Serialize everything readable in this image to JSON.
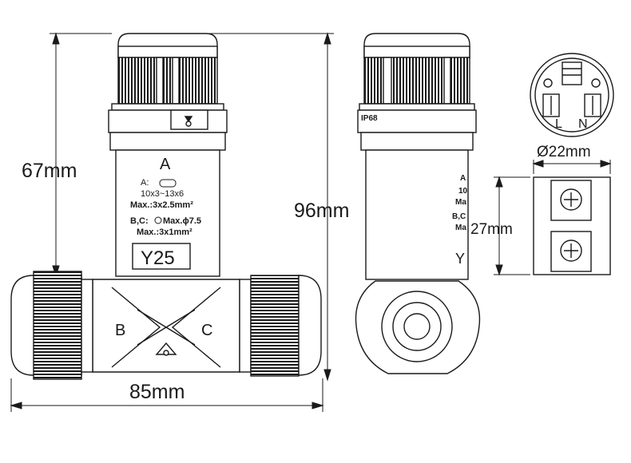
{
  "dimensions": {
    "height_body": "67mm",
    "height_total": "96mm",
    "width_total": "85mm",
    "diameter": "Ø22mm",
    "terminal_height": "27mm"
  },
  "front_view": {
    "port_a": "A",
    "port_b": "B",
    "port_c": "C",
    "spec_a_label": "A:",
    "spec_a_range": "10x3~13x6",
    "spec_a_max": "Max.:3x2.5mm²",
    "spec_bc_label": "B,C:",
    "spec_bc_max": "Max.ϕ7.5",
    "spec_bc_wire": "Max.:3x1mm²",
    "model": "Y25"
  },
  "side_view": {
    "band_text": "IP68",
    "spec_fragments": [
      "A",
      "10",
      "Ma",
      "B,C",
      "Ma"
    ],
    "model_fragment": "Y"
  },
  "terminal_view": {
    "live": "L",
    "neutral": "N"
  },
  "icons": {
    "ground": "ground-symbol-icon",
    "screw": "terminal-screw-icon"
  }
}
